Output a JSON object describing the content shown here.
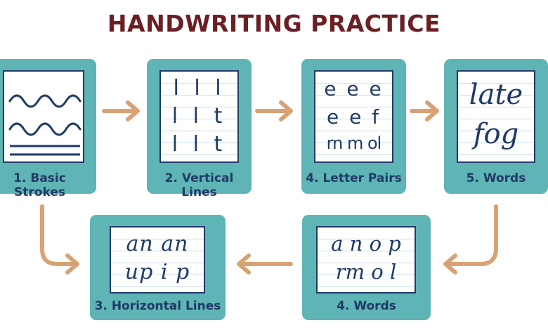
{
  "title": "HANDWRITING PRACTICE",
  "steps": {
    "basic_strokes": {
      "label": "1. Basic Strokes"
    },
    "vertical_lines": {
      "label": "2. Vertical Lines",
      "rows": [
        "l l l",
        "l l t",
        "l l t"
      ]
    },
    "letter_pairs": {
      "label": "4. Letter Pairs",
      "rows": [
        "e e e",
        "e e f",
        "rn m ol"
      ]
    },
    "words_top": {
      "label": "5. Words",
      "rows": [
        "late",
        "fog"
      ]
    },
    "horizontal_lines": {
      "label": "3. Horizontal Lines",
      "rows": [
        "an an",
        "up i p"
      ]
    },
    "words_bottom": {
      "label": "4. Words",
      "rows": [
        "a n o p",
        "rm o l"
      ]
    }
  },
  "colors": {
    "title": "#6b1f24",
    "card": "#5fb5b5",
    "ink": "#1f3a66",
    "arrow": "#d9a274"
  }
}
